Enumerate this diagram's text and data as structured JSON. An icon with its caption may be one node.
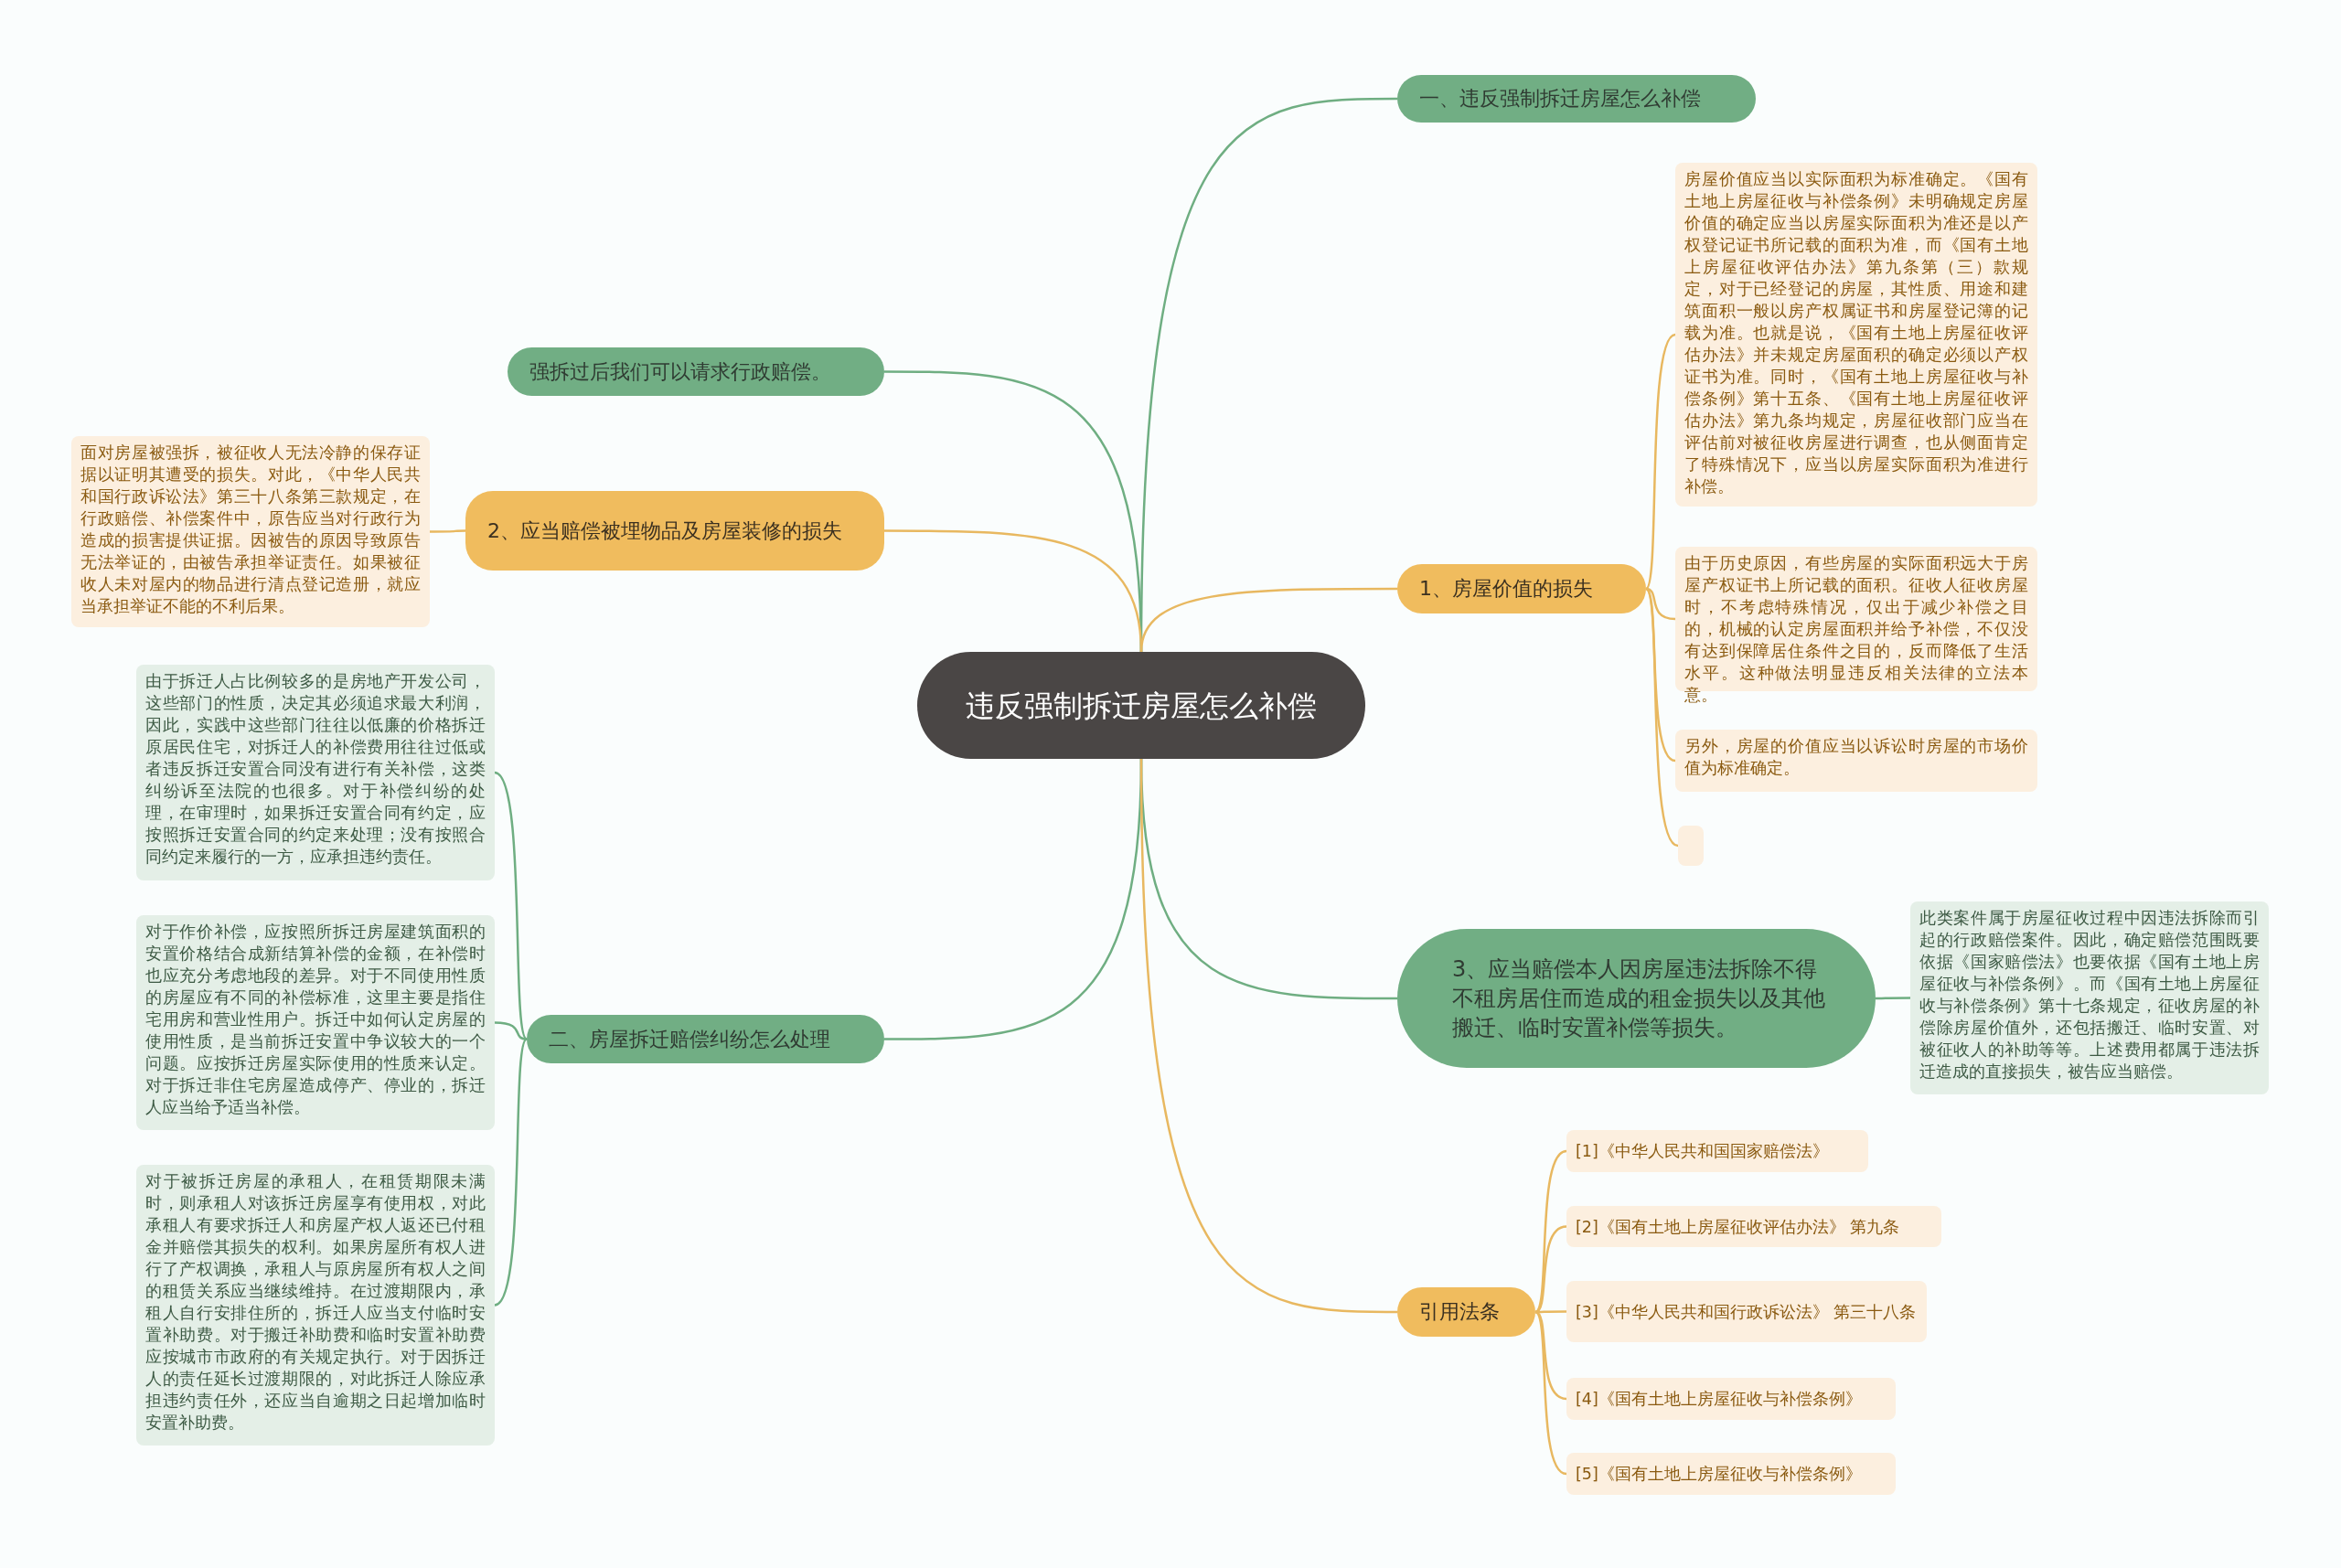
{
  "diagram": {
    "nodes": [
      {
        "text": [
          "违反强制拆迁房屋怎么补偿"
        ]
      },
      {
        "text": [
          "一、违反强制拆迁房屋怎么补偿"
        ]
      },
      {
        "text": [
          "强拆过后我们可以请求行政赔偿。"
        ]
      },
      {
        "text": [
          "2、应当赔偿被埋物品及房屋装修的损失"
        ]
      },
      {
        "text": [
          "面对房屋被强拆，被征收人无法冷静的保存证据以证明其遭受的损失。对此，《中华人民共和国行政诉讼法》第三十八条第三款规定，在行政赔偿、补偿案件中，原告应当对行政行为造成的损害提供证据。因被告的原因导致原告无法举证的，由被告承担举证责任。如果被征收人未对屋内的物品进行清点登记造册，就应当承担举证不能的不利后果。"
        ]
      },
      {
        "text": [
          "1、房屋价值的损失"
        ]
      },
      {
        "text": [
          "房屋价值应当以实际面积为标准确定。《国有土地上房屋征收与补偿条例》未明确规定房屋价值的确定应当以房屋实际面积为准还是以产权登记证书所记载的面积为准，而《国有土地上房屋征收评估办法》第九条第（三）款规定，对于已经登记的房屋，其性质、用途和建筑面积一般以房产权属证书和房屋登记簿的记载为准。也就是说，《国有土地上房屋征收评估办法》并未规定房屋面积的确定必须以产权证书为准。同时，《国有土地上房屋征收与补偿条例》第十五条、《国有土地上房屋征收评估办法》第九条均规定，房屋征收部门应当在评估前对被征收房屋进行调查，也从侧面肯定了特殊情况下，应当以房屋实际面积为准进行补偿。"
        ]
      },
      {
        "text": [
          "由于历史原因，有些房屋的实际面积远大于房屋产权证书上所记载的面积。征收人征收房屋时，不考虑特殊情况，仅出于减少补偿之目的，机械的认定房屋面积并给予补偿，不仅没有达到保障居住条件之目的，反而降低了生活水平。这种做法明显违反相关法律的立法本意。"
        ]
      },
      {
        "text": [
          "另外，房屋的价值应当以诉讼时房屋的市场价值为标准确定。"
        ]
      },
      {
        "text": [],
        "shape": "box"
      },
      {
        "text": [
          "二、房屋拆迁赔偿纠纷怎么处理"
        ]
      },
      {
        "text": [
          "由于拆迁人占比例较多的是房地产开发公司，这些部门的性质，决定其必须追求最大利润，因此，实践中这些部门往往以低廉的价格拆迁原居民住宅，对拆迁人的补偿费用往往过低或者违反拆迁安置合同没有进行有关补偿，这类纠纷诉至法院的也很多。对于补偿纠纷的处理，在审理时，如果拆迁安置合同有约定，应按照拆迁安置合同的约定来处理；没有按照合同约定来履行的一方，应承担违约责任。"
        ]
      },
      {
        "text": [
          "对于作价补偿，应按照所拆迁房屋建筑面积的安置价格结合成新结算补偿的金额，在补偿时也应充分考虑地段的差异。对于不同使用性质的房屋应有不同的补偿标准，这里主要是指住宅用房和营业性用户。拆迁中如何认定房屋的使用性质，是当前拆迁安置中争议较大的一个问题。应按拆迁房屋实际使用的性质来认定。对于拆迁非住宅房屋造成停产、停业的，拆迁人应当给予适当补偿。"
        ]
      },
      {
        "text": [
          "对于被拆迁房屋的承租人，在租赁期限未满时，则承租人对该拆迁房屋享有使用权，对此承租人有要求拆迁人和房屋产权人返还已付租金并赔偿其损失的权利。如果房屋所有权人进行了产权调换，承租人与原房屋所有权人之间的租赁关系应当继续维持。在过渡期限内，承租人自行安排住所的，拆迁人应当支付临时安置补助费。对于搬迁补助费和临时安置补助费应按城市市政府的有关规定执行。对于因拆迁人的责任延长过渡期限的，对此拆迁人除应承担违约责任外，还应当自逾期之日起增加临时安置补助费。"
        ]
      },
      {
        "text": [
          "3、应当赔偿本人因房屋违法拆除不得不租房居住而造成的租金损失以及其他搬迁、临时安置补偿等损失。"
        ]
      },
      {
        "text": [
          "此类案件属于房屋征收过程中因违法拆除而引起的行政赔偿案件。因此，确定赔偿范围既要依据《国家赔偿法》也要依据《国有土地上房屋征收与补偿条例》。而《国有土地上房屋征收与补偿条例》第十七条规定，征收房屋的补偿除房屋价值外，还包括搬迁、临时安置、对被征收人的补助等等。上述费用都属于违法拆迁造成的直接损失，被告应当赔偿。"
        ]
      },
      {
        "text": [
          "引用法条"
        ]
      },
      {
        "text": [
          "[1]《中华人民共和国国家赔偿法》"
        ]
      },
      {
        "text": [
          "[2]《国有土地上房屋征收评估办法》 第九条"
        ]
      },
      {
        "text": [
          "[3]《中华人民共和国行政诉讼法》 第三十八条"
        ]
      },
      {
        "text": [
          "[4]《国有土地上房屋征收与补偿条例》"
        ]
      },
      {
        "text": [
          "[5]《国有土地上房屋征收与补偿条例》"
        ]
      }
    ],
    "edges": [
      {
        "from": 0,
        "to": 1,
        "arrow": "none",
        "color": "#6fae82"
      },
      {
        "from": 0,
        "to": 2,
        "arrow": "none",
        "color": "#6fae82"
      },
      {
        "from": 0,
        "to": 3,
        "arrow": "none"
      },
      {
        "from": 3,
        "to": 4,
        "arrow": "none"
      },
      {
        "from": 0,
        "to": 5,
        "arrow": "none"
      },
      {
        "from": 5,
        "to": 6,
        "arrow": "none"
      },
      {
        "from": 5,
        "to": 7,
        "arrow": "none"
      },
      {
        "from": 5,
        "to": 8,
        "arrow": "none"
      },
      {
        "from": 5,
        "to": 9,
        "arrow": "none"
      },
      {
        "from": 0,
        "to": 10,
        "arrow": "none",
        "color": "#6fae82"
      },
      {
        "from": 10,
        "to": 11,
        "arrow": "none",
        "color": "#6fae82"
      },
      {
        "from": 10,
        "to": 12,
        "arrow": "none",
        "color": "#6fae82"
      },
      {
        "from": 10,
        "to": 13,
        "arrow": "none",
        "color": "#6fae82"
      },
      {
        "from": 0,
        "to": 14,
        "arrow": "none",
        "color": "#6fae82"
      },
      {
        "from": 14,
        "to": 15,
        "arrow": "none",
        "color": "#6fae82"
      },
      {
        "from": 0,
        "to": 16,
        "arrow": "none"
      },
      {
        "from": 16,
        "to": 17,
        "arrow": "none"
      },
      {
        "from": 16,
        "to": 18,
        "arrow": "none"
      },
      {
        "from": 16,
        "to": 19,
        "arrow": "none"
      },
      {
        "from": 16,
        "to": 20,
        "arrow": "none"
      },
      {
        "from": 16,
        "to": 21,
        "arrow": "none"
      }
    ]
  }
}
